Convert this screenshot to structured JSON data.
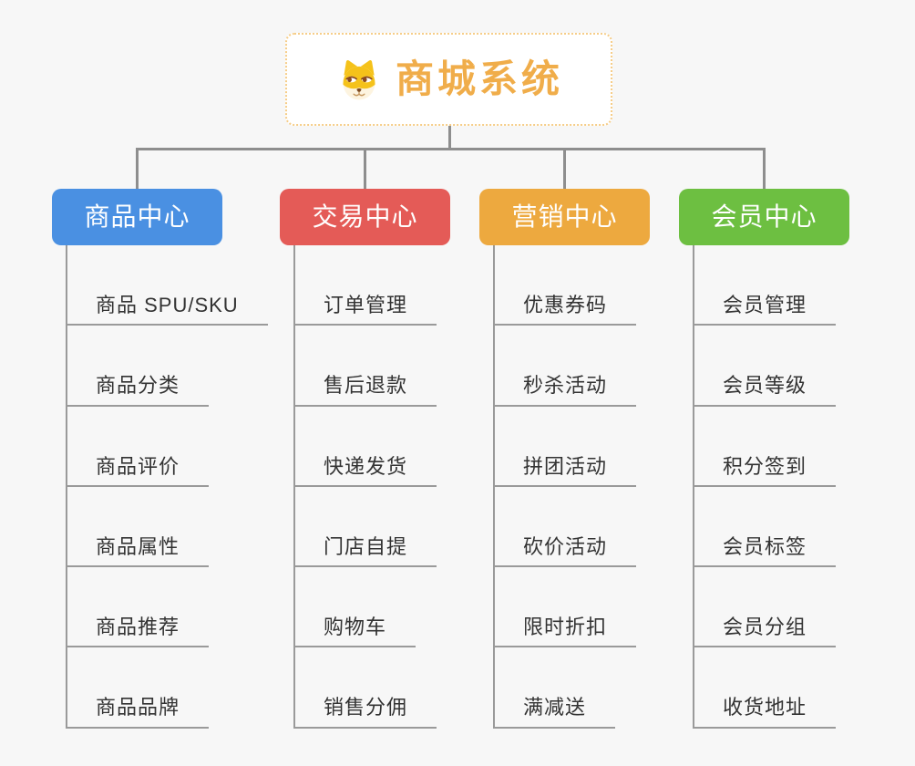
{
  "root": {
    "title": "商城系统",
    "icon": "dog-logo"
  },
  "branches": [
    {
      "label": "商品中心",
      "color": "#4a90e2",
      "items": [
        "商品 SPU/SKU",
        "商品分类",
        "商品评价",
        "商品属性",
        "商品推荐",
        "商品品牌"
      ]
    },
    {
      "label": "交易中心",
      "color": "#e45b57",
      "items": [
        "订单管理",
        "售后退款",
        "快递发货",
        "门店自提",
        "购物车",
        "销售分佣"
      ]
    },
    {
      "label": "营销中心",
      "color": "#eda93f",
      "items": [
        "优惠券码",
        "秒杀活动",
        "拼团活动",
        "砍价活动",
        "限时折扣",
        "满减送"
      ]
    },
    {
      "label": "会员中心",
      "color": "#6dbf41",
      "items": [
        "会员管理",
        "会员等级",
        "积分签到",
        "会员标签",
        "会员分组",
        "收货地址"
      ]
    }
  ],
  "colors": {
    "bg": "#f7f7f7",
    "line": "#8e8e8e",
    "underline": "#9a9a9a",
    "leaf-text": "#333333",
    "root-accent": "#f0ad4a",
    "root-border": "#f6cd88"
  }
}
